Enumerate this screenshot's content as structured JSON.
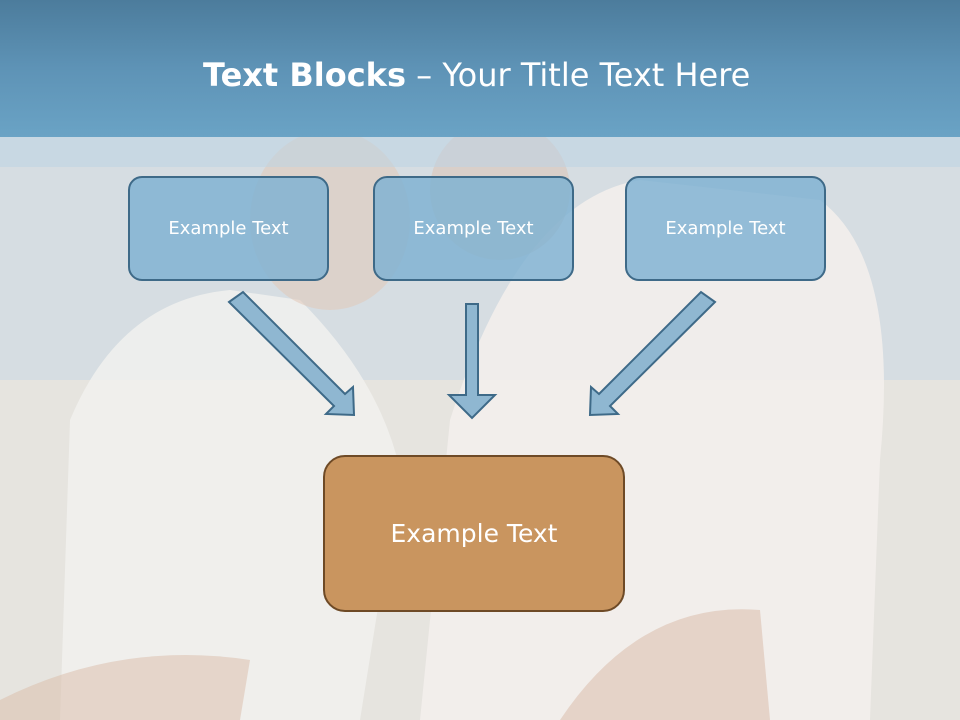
{
  "title": {
    "bold": "Text Blocks",
    "rest": " – Your Title Text Here"
  },
  "boxes": {
    "top": [
      "Example Text",
      "Example Text",
      "Example Text"
    ],
    "bottom": "Example Text"
  },
  "colors": {
    "header": "#5e93b6",
    "box_blue": "#7eb1d2",
    "box_blue_border": "#3e6a88",
    "box_orange": "#c9955f",
    "box_orange_border": "#6e4a26",
    "arrow_fill": "#8fb7d1",
    "arrow_stroke": "#3e6a88"
  }
}
